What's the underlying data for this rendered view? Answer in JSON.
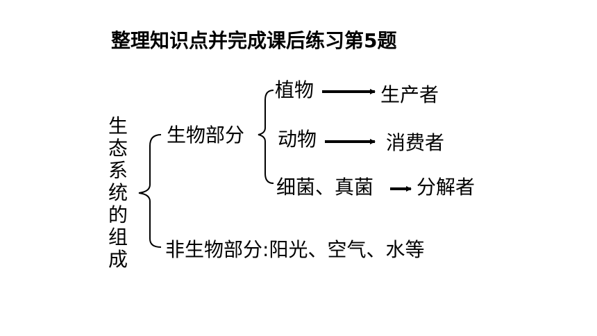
{
  "title": "整理知识点并完成课后练习第5题",
  "root": {
    "label_chars": [
      "生",
      "态",
      "系",
      "统",
      "的",
      "组",
      "成"
    ]
  },
  "biotic": {
    "label": "生物部分",
    "items": [
      {
        "organism": "植物",
        "role": "生产者"
      },
      {
        "organism": "动物",
        "role": "消费者"
      },
      {
        "organism": "细菌、真菌",
        "role": "分解者"
      }
    ]
  },
  "abiotic": {
    "label": "非生物部分:",
    "factors": "阳光、空气、水等"
  }
}
